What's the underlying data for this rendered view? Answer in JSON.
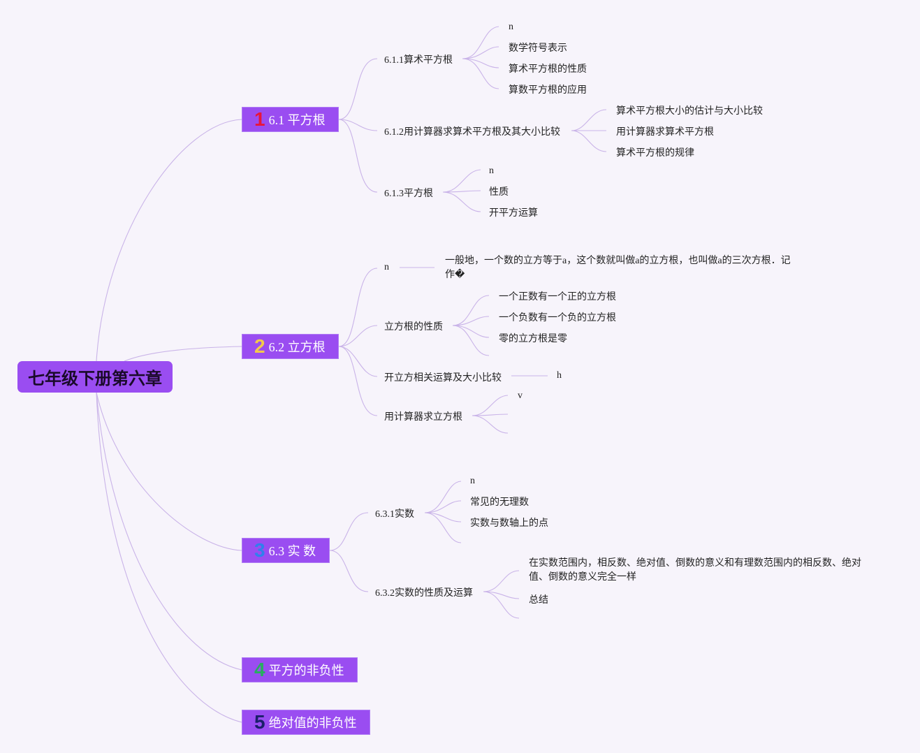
{
  "root": "七年级下册第六章",
  "colors": {
    "accent": "#9a4df1",
    "line": "#c9b3e8",
    "badge1": "#e8153b",
    "badge2": "#f2c94c",
    "badge3": "#2f80ed",
    "badge4": "#27ae60",
    "badge5": "#1b1f6b"
  },
  "topics": [
    {
      "badge": "1",
      "label": "6.1 平方根",
      "children": [
        {
          "label": "6.1.1算术平方根",
          "children": [
            "n",
            "数学符号表示",
            "算术平方根的性质",
            "算数平方根的应用"
          ]
        },
        {
          "label": "6.1.2用计算器求算术平方根及其大小比较",
          "children": [
            "算术平方根大小的估计与大小比较",
            "用计算器求算术平方根",
            "算术平方根的规律"
          ]
        },
        {
          "label": "6.1.3平方根",
          "children": [
            "n",
            "性质",
            "开平方运算"
          ]
        }
      ]
    },
    {
      "badge": "2",
      "label": "6.2 立方根",
      "children": [
        {
          "label": "n",
          "children": [
            "一般地，一个数的立方等于a，这个数就叫做a的立方根，也叫做a的三次方根．记作�"
          ]
        },
        {
          "label": "立方根的性质",
          "children": [
            "一个正数有一个正的立方根",
            "一个负数有一个负的立方根",
            "零的立方根是零"
          ]
        },
        {
          "label": "开立方相关运算及大小比较",
          "children": [
            "h"
          ]
        },
        {
          "label": "用计算器求立方根",
          "children": [
            "v"
          ]
        }
      ]
    },
    {
      "badge": "3",
      "label": "6.3 实 数",
      "children": [
        {
          "label": "6.3.1实数",
          "children": [
            "n",
            "常见的无理数",
            "实数与数轴上的点"
          ]
        },
        {
          "label": "6.3.2实数的性质及运算",
          "children": [
            "在实数范围内，相反数、绝对值、倒数的意义和有理数范围内的相反数、绝对值、倒数的意义完全一样",
            "总结"
          ]
        }
      ]
    },
    {
      "badge": "4",
      "label": "平方的非负性",
      "children": []
    },
    {
      "badge": "5",
      "label": "绝对值的非负性",
      "children": []
    }
  ]
}
